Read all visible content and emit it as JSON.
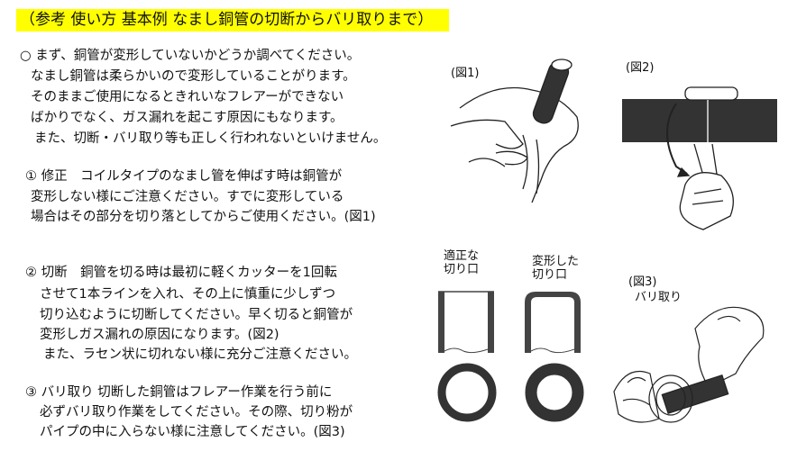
{
  "title": "（参考 使い方 基本例 なまし銅管の切断からバリ取りまで）",
  "intro": [
    "○ まず、銅管が変形していないかどうか調べてください。",
    "なまし銅管は柔らかいので変形していることがります。",
    "そのままご使用になるときれいなフレアーができない",
    "ばかりでなく、ガス漏れを起こす原因にもなります。",
    "また、切断・バリ取り等も正しく行われないといけません。"
  ],
  "step1": [
    "① 修正　コイルタイプのなまし管を伸ばす時は銅管が",
    "変形しない様にご注意ください。すでに変形している",
    "場合はその部分を切り落としてからご使用ください。(図1)"
  ],
  "step2": [
    "② 切断　銅管を切る時は最初に軽くカッターを1回転",
    "させて1本ラインを入れ、その上に慎重に少しずつ",
    "切り込むように切断してください。早く切ると銅管が",
    "変形しガス漏れの原因になります。(図2)",
    "また、ラセン状に切れない様に充分ご注意ください。"
  ],
  "step3": [
    "③ バリ取り 切断した銅管はフレアー作業を行う前に",
    "必ずバリ取り作業をしてください。その際、切り粉が",
    "パイプの中に入らない様に注意してください。(図3)"
  ],
  "figures": {
    "fig1_label": "(図1)",
    "fig2_label": "(図2)",
    "proper_cut_label": [
      "適正な",
      "切り口"
    ],
    "deformed_cut_label": [
      "変形した",
      "切り口"
    ],
    "fig3_label": "(図3)",
    "fig3_caption": "バリ取り"
  },
  "colors": {
    "highlight": "#ffff00"
  }
}
